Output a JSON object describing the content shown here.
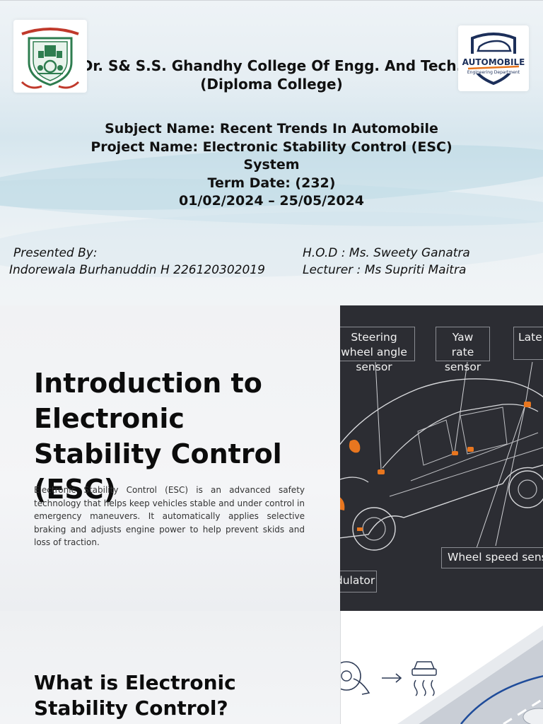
{
  "slide1": {
    "college_line1": "Dr. S& S.S. Ghandhy College Of Engg. And Tech.",
    "college_line2": "(Diploma College)",
    "subject": "Subject Name: Recent Trends In Automobile",
    "project_line1": "Project Name: Electronic Stability Control (ESC)",
    "project_line2": "System",
    "term": "Term Date: (232)",
    "dates": "01/02/2024 – 25/05/2024",
    "presented_label": "Presented By:",
    "presenter": "Indorewala Burhanuddin H 226120302019",
    "hod": "H.O.D : Ms. Sweety Ganatra",
    "lecturer": "Lecturer : Ms Supriti Maitra",
    "logo_right_text1": "AUTOMOBILE",
    "logo_right_text2": "Engineering Department",
    "colors": {
      "logo_green": "#2e7d4f",
      "logo_orange": "#e8741c",
      "logo_navy": "#1c2f5a"
    }
  },
  "slide2": {
    "title": "Introduction to Electronic Stability Control (ESC)",
    "body": "Electronic Stability Control (ESC) is an advanced safety technology that helps keep vehicles stable and under control in emergency maneuvers. It automatically applies selective braking and adjusts engine power to help prevent skids and loss of traction.",
    "labels": {
      "steering": "Steering wheel angle sensor",
      "yaw": "Yaw rate sensor",
      "lateral": "Lateral",
      "wheel_speed": "Wheel speed sensor",
      "modulator": "Modulator"
    },
    "colors": {
      "panel_bg": "#2c2d33",
      "sensor_orange": "#e8761f"
    }
  },
  "slide3": {
    "title": "What is Electronic Stability Control?",
    "icons": [
      "steering-wheel-icon",
      "arrow-right-icon",
      "skidding-car-icon"
    ]
  }
}
